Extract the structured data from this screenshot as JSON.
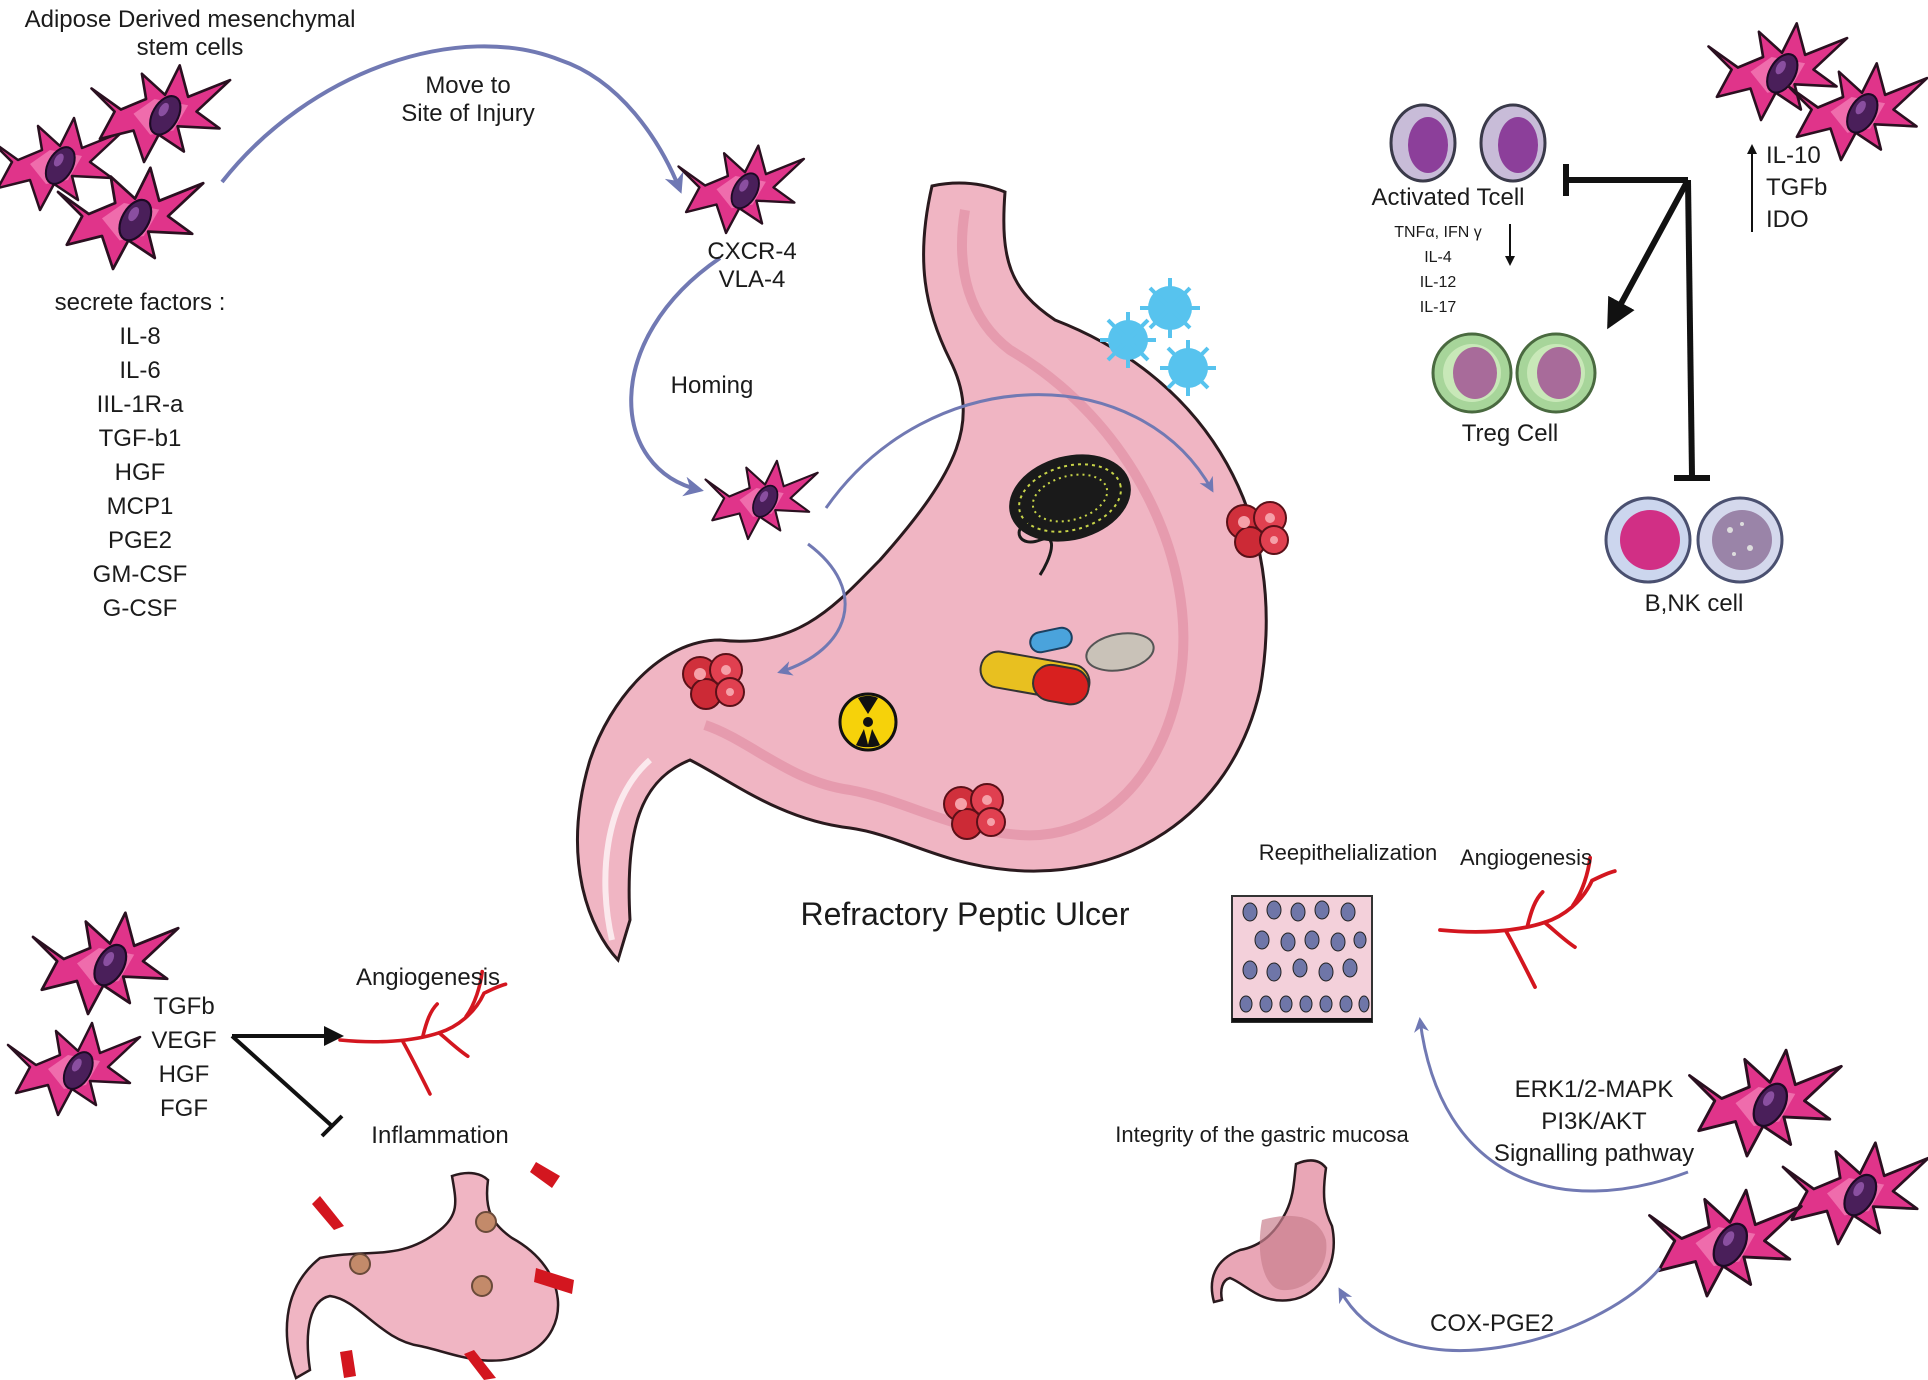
{
  "source_label": "Adipose Derived mesenchymal stem cells",
  "source_label_line1": "Adipose Derived mesenchymal",
  "source_label_line2": "stem cells",
  "secrete": {
    "heading": "secrete factors :",
    "factors": [
      "IL-8",
      "IL-6",
      "IIL-1R-a",
      "TGF-b1",
      "HGF",
      "MCP1",
      "PGE2",
      "GM-CSF",
      "G-CSF"
    ]
  },
  "migration": {
    "move_line1": "Move to",
    "move_line2": "Site of Injury",
    "receptor1": "CXCR-4",
    "receptor2": "VLA-4",
    "homing": "Homing"
  },
  "center_title": "Refractory Peptic Ulcer",
  "immune": {
    "activated_tcell": "Activated Tcell",
    "cytokines": [
      "TNFα, IFN γ",
      "IL-4",
      "IL-12",
      "IL-17"
    ],
    "msc_factors": [
      "IL-10",
      "TGFb",
      "IDO"
    ],
    "treg": "Treg Cell",
    "bnk": "B,NK cell"
  },
  "repair_left": {
    "factors": [
      "TGFb",
      "VEGF",
      "HGF",
      "FGF"
    ],
    "angiogenesis": "Angiogenesis",
    "inflammation": "Inflammation"
  },
  "repair_right": {
    "reepithelialization": "Reepithelialization",
    "angiogenesis": "Angiogenesis",
    "pathway": [
      "ERK1/2-MAPK",
      "PI3K/AKT",
      "Signalling pathway"
    ],
    "integrity": "Integrity of the gastric mucosa",
    "cox": "COX-PGE2"
  },
  "colors": {
    "cell": "#e0348a",
    "nucleus": "#4a1f5a",
    "stomach": "#f0b5c3",
    "arrow": "#7179b3",
    "vessel": "#d3161f",
    "treg": "#a7d59a"
  }
}
